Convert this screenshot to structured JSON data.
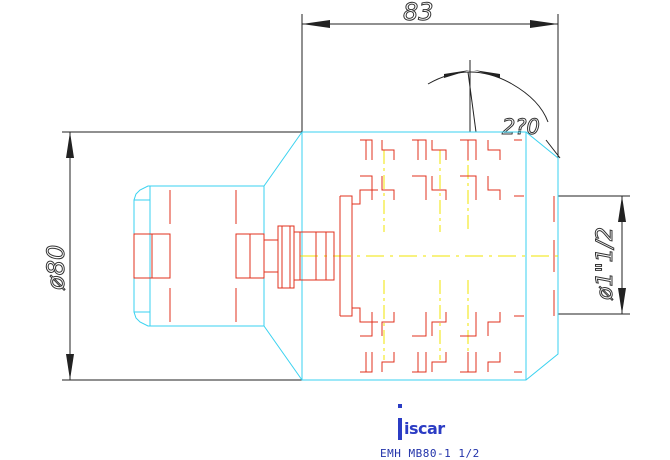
{
  "drawing": {
    "dimensions": {
      "length": "83",
      "angle": "2?0",
      "diameter_body": "ø80",
      "diameter_thread": "ø1\"1/2"
    },
    "brand": "iscar",
    "caption": "EMH MB80-1 1/2",
    "colors": {
      "outline": "#39d2f0",
      "hidden_lines": "#e0301e",
      "center_lines": "#f2e400",
      "dimension_lines": "#222222",
      "logo": "#2b3cc4",
      "caption": "#2233aa"
    }
  }
}
